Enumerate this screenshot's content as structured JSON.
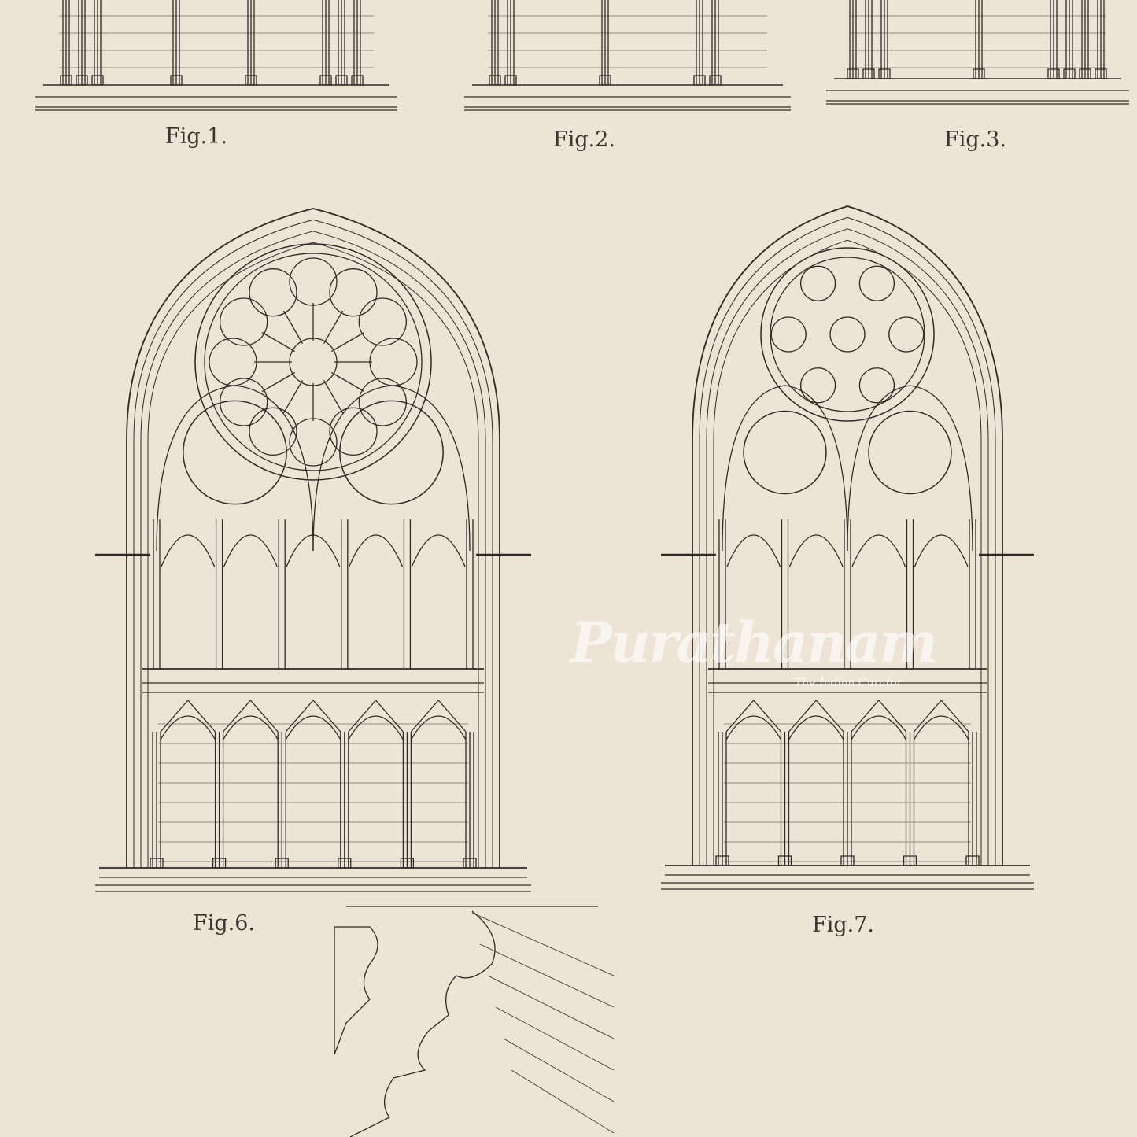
{
  "figures": {
    "fig1": "Fig.1.",
    "fig2": "Fig.2.",
    "fig3": "Fig.3.",
    "fig6": "Fig.6.",
    "fig7": "Fig.7."
  },
  "watermark": {
    "title": "Purathanam",
    "subtitle": "The Indian Curator"
  },
  "colors": {
    "paper": "#ede4d6",
    "ink": "#2e2a26"
  }
}
